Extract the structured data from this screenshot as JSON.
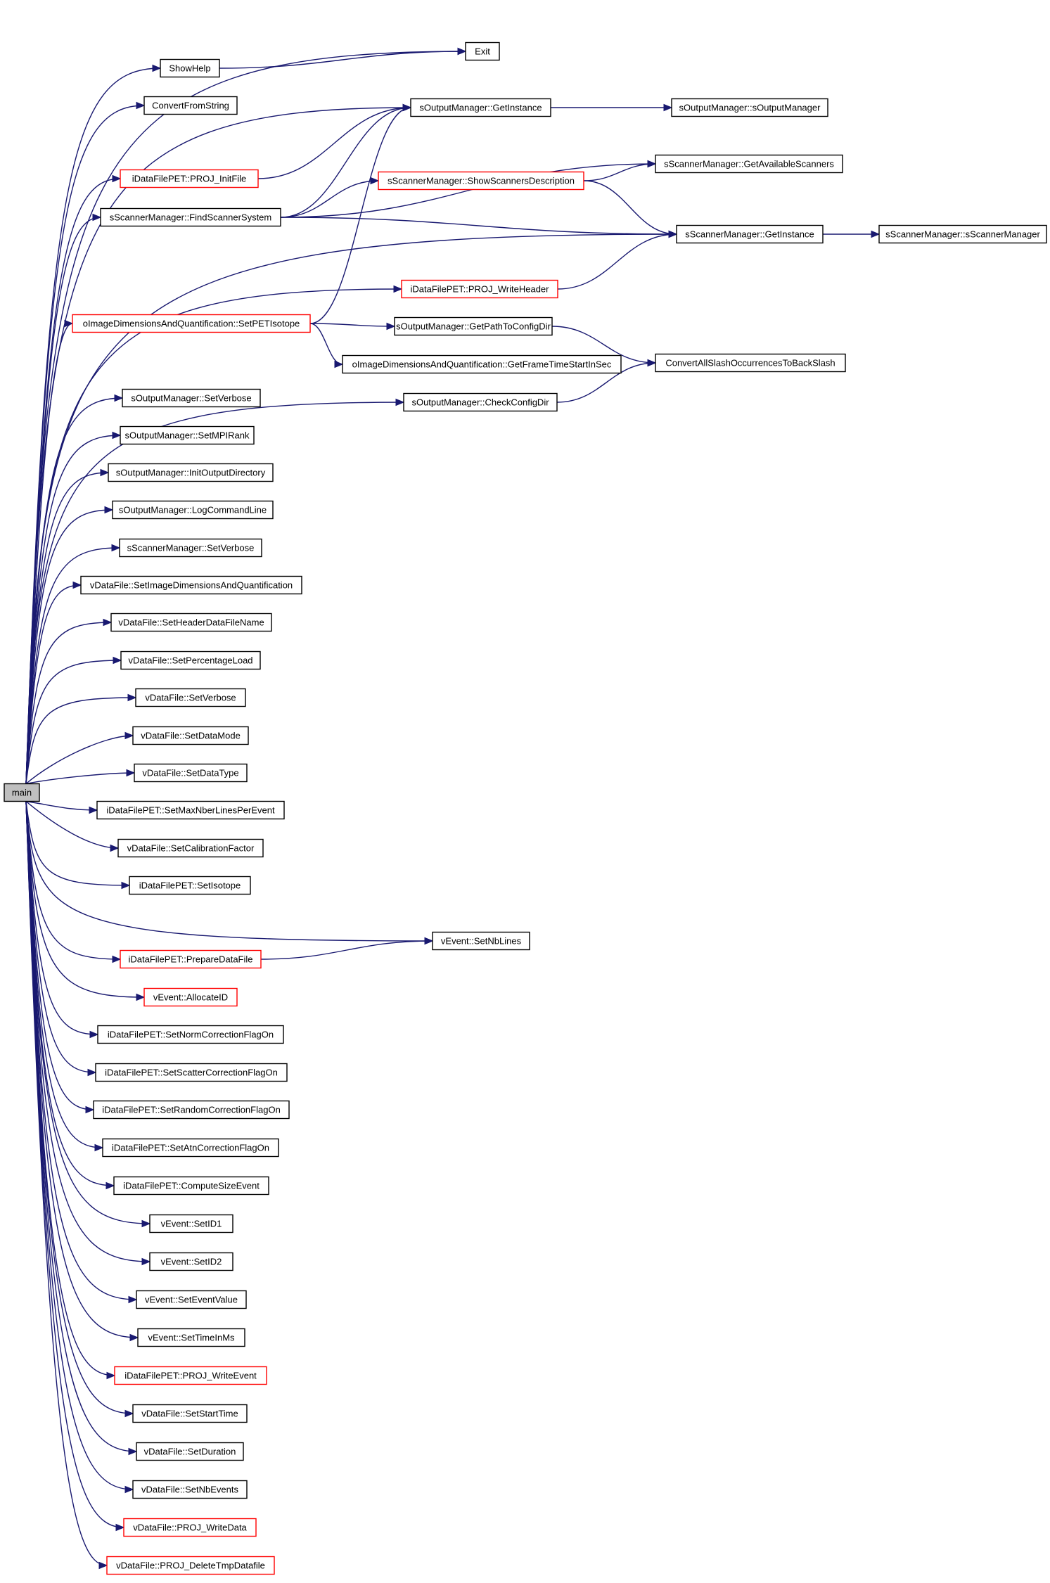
{
  "colors": {
    "edge": "#191970",
    "node_border": "#000000",
    "truncated_border": "#ff0000",
    "root_fill": "#bfbfbf"
  },
  "nodes": [
    {
      "id": "main",
      "label": "main",
      "style": "root"
    },
    {
      "id": "exit",
      "label": "Exit"
    },
    {
      "id": "showhelp",
      "label": "ShowHelp"
    },
    {
      "id": "convertfromstring",
      "label": "ConvertFromString"
    },
    {
      "id": "om_getinstance",
      "label": "sOutputManager::GetInstance"
    },
    {
      "id": "om_ctor",
      "label": "sOutputManager::sOutputManager"
    },
    {
      "id": "sm_getavail",
      "label": "sScannerManager::GetAvailableScanners"
    },
    {
      "id": "proj_initfile",
      "label": "iDataFilePET::PROJ_InitFile",
      "style": "red"
    },
    {
      "id": "sm_showdesc",
      "label": "sScannerManager::ShowScannersDescription",
      "style": "red"
    },
    {
      "id": "sm_findsys",
      "label": "sScannerManager::FindScannerSystem"
    },
    {
      "id": "sm_getinstance",
      "label": "sScannerManager::GetInstance"
    },
    {
      "id": "sm_ctor",
      "label": "sScannerManager::sScannerManager"
    },
    {
      "id": "proj_writeheader",
      "label": "iDataFilePET::PROJ_WriteHeader",
      "style": "red"
    },
    {
      "id": "setpetisotope",
      "label": "oImageDimensionsAndQuantification::SetPETIsotope",
      "style": "red"
    },
    {
      "id": "om_getpathconfig",
      "label": "sOutputManager::GetPathToConfigDir"
    },
    {
      "id": "getframetime",
      "label": "oImageDimensionsAndQuantification::GetFrameTimeStartInSec"
    },
    {
      "id": "convertslash",
      "label": "ConvertAllSlashOccurrencesToBackSlash"
    },
    {
      "id": "om_checkconfig",
      "label": "sOutputManager::CheckConfigDir"
    },
    {
      "id": "om_setverbose",
      "label": "sOutputManager::SetVerbose"
    },
    {
      "id": "om_setmpirank",
      "label": "sOutputManager::SetMPIRank"
    },
    {
      "id": "om_initoutdir",
      "label": "sOutputManager::InitOutputDirectory"
    },
    {
      "id": "om_logcmd",
      "label": "sOutputManager::LogCommandLine"
    },
    {
      "id": "sm_setverbose",
      "label": "sScannerManager::SetVerbose"
    },
    {
      "id": "vdf_setimgdims",
      "label": "vDataFile::SetImageDimensionsAndQuantification"
    },
    {
      "id": "vdf_setheadername",
      "label": "vDataFile::SetHeaderDataFileName"
    },
    {
      "id": "vdf_setpercent",
      "label": "vDataFile::SetPercentageLoad"
    },
    {
      "id": "vdf_setverbose",
      "label": "vDataFile::SetVerbose"
    },
    {
      "id": "vdf_setdatamode",
      "label": "vDataFile::SetDataMode"
    },
    {
      "id": "vdf_setdatatype",
      "label": "vDataFile::SetDataType"
    },
    {
      "id": "pet_setmaxnber",
      "label": "iDataFilePET::SetMaxNberLinesPerEvent"
    },
    {
      "id": "vdf_setcalib",
      "label": "vDataFile::SetCalibrationFactor"
    },
    {
      "id": "pet_setisotope",
      "label": "iDataFilePET::SetIsotope"
    },
    {
      "id": "ve_setnblines",
      "label": "vEvent::SetNbLines"
    },
    {
      "id": "pet_prepare",
      "label": "iDataFilePET::PrepareDataFile",
      "style": "red"
    },
    {
      "id": "ve_allocid",
      "label": "vEvent::AllocateID",
      "style": "red"
    },
    {
      "id": "pet_normflag",
      "label": "iDataFilePET::SetNormCorrectionFlagOn"
    },
    {
      "id": "pet_scatterflag",
      "label": "iDataFilePET::SetScatterCorrectionFlagOn"
    },
    {
      "id": "pet_randomflag",
      "label": "iDataFilePET::SetRandomCorrectionFlagOn"
    },
    {
      "id": "pet_atnflag",
      "label": "iDataFilePET::SetAtnCorrectionFlagOn"
    },
    {
      "id": "pet_computesize",
      "label": "iDataFilePET::ComputeSizeEvent"
    },
    {
      "id": "ve_setid1",
      "label": "vEvent::SetID1"
    },
    {
      "id": "ve_setid2",
      "label": "vEvent::SetID2"
    },
    {
      "id": "ve_seteventvalue",
      "label": "vEvent::SetEventValue"
    },
    {
      "id": "ve_settimeinms",
      "label": "vEvent::SetTimeInMs"
    },
    {
      "id": "pet_writeevent",
      "label": "iDataFilePET::PROJ_WriteEvent",
      "style": "red"
    },
    {
      "id": "vdf_setstarttime",
      "label": "vDataFile::SetStartTime"
    },
    {
      "id": "vdf_setduration",
      "label": "vDataFile::SetDuration"
    },
    {
      "id": "vdf_setnbevents",
      "label": "vDataFile::SetNbEvents"
    },
    {
      "id": "vdf_writedata",
      "label": "vDataFile::PROJ_WriteData",
      "style": "red"
    },
    {
      "id": "vdf_deletetmp",
      "label": "vDataFile::PROJ_DeleteTmpDatafile",
      "style": "red"
    }
  ],
  "edges": [
    [
      "main",
      "exit"
    ],
    [
      "main",
      "showhelp"
    ],
    [
      "main",
      "convertfromstring"
    ],
    [
      "main",
      "om_getinstance"
    ],
    [
      "main",
      "proj_initfile"
    ],
    [
      "main",
      "sm_findsys"
    ],
    [
      "main",
      "sm_getinstance"
    ],
    [
      "main",
      "proj_writeheader"
    ],
    [
      "main",
      "setpetisotope"
    ],
    [
      "main",
      "om_checkconfig"
    ],
    [
      "main",
      "om_setverbose"
    ],
    [
      "main",
      "om_setmpirank"
    ],
    [
      "main",
      "om_initoutdir"
    ],
    [
      "main",
      "om_logcmd"
    ],
    [
      "main",
      "sm_setverbose"
    ],
    [
      "main",
      "vdf_setimgdims"
    ],
    [
      "main",
      "vdf_setheadername"
    ],
    [
      "main",
      "vdf_setpercent"
    ],
    [
      "main",
      "vdf_setverbose"
    ],
    [
      "main",
      "vdf_setdatamode"
    ],
    [
      "main",
      "vdf_setdatatype"
    ],
    [
      "main",
      "pet_setmaxnber"
    ],
    [
      "main",
      "vdf_setcalib"
    ],
    [
      "main",
      "pet_setisotope"
    ],
    [
      "main",
      "ve_setnblines"
    ],
    [
      "main",
      "pet_prepare"
    ],
    [
      "main",
      "ve_allocid"
    ],
    [
      "main",
      "pet_normflag"
    ],
    [
      "main",
      "pet_scatterflag"
    ],
    [
      "main",
      "pet_randomflag"
    ],
    [
      "main",
      "pet_atnflag"
    ],
    [
      "main",
      "pet_computesize"
    ],
    [
      "main",
      "ve_setid1"
    ],
    [
      "main",
      "ve_setid2"
    ],
    [
      "main",
      "ve_seteventvalue"
    ],
    [
      "main",
      "ve_settimeinms"
    ],
    [
      "main",
      "pet_writeevent"
    ],
    [
      "main",
      "vdf_setstarttime"
    ],
    [
      "main",
      "vdf_setduration"
    ],
    [
      "main",
      "vdf_setnbevents"
    ],
    [
      "main",
      "vdf_writedata"
    ],
    [
      "main",
      "vdf_deletetmp"
    ],
    [
      "showhelp",
      "exit"
    ],
    [
      "om_getinstance",
      "om_ctor"
    ],
    [
      "proj_initfile",
      "om_getinstance"
    ],
    [
      "sm_findsys",
      "om_getinstance"
    ],
    [
      "sm_findsys",
      "sm_getavail"
    ],
    [
      "sm_findsys",
      "sm_showdesc"
    ],
    [
      "sm_findsys",
      "sm_getinstance"
    ],
    [
      "sm_showdesc",
      "sm_getavail"
    ],
    [
      "sm_showdesc",
      "sm_getinstance"
    ],
    [
      "sm_getinstance",
      "sm_ctor"
    ],
    [
      "proj_writeheader",
      "sm_getinstance"
    ],
    [
      "setpetisotope",
      "om_getinstance"
    ],
    [
      "setpetisotope",
      "om_getpathconfig"
    ],
    [
      "setpetisotope",
      "getframetime"
    ],
    [
      "om_getpathconfig",
      "convertslash"
    ],
    [
      "om_checkconfig",
      "convertslash"
    ],
    [
      "pet_prepare",
      "ve_setnblines"
    ]
  ]
}
